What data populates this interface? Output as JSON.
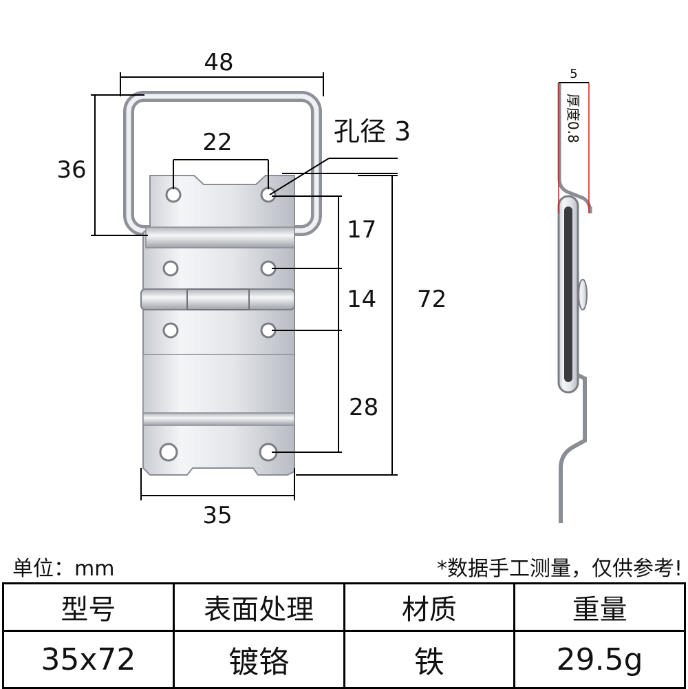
{
  "dimensions": {
    "ring_width": "48",
    "ring_height": "36",
    "hole_spacing": "22",
    "hole_diameter": "孔径 3",
    "segment_1": "17",
    "segment_2": "14",
    "segment_3": "28",
    "total_length": "72",
    "plate_width": "35",
    "side_depth": "5",
    "thickness": "厚度0.8"
  },
  "footer": {
    "unit_label": "单位：mm",
    "note": "*数据手工测量，仅供参考!"
  },
  "spec_table": {
    "headers": [
      "型号",
      "表面处理",
      "材质",
      "重量"
    ],
    "values": [
      "35x72",
      "镀铬",
      "铁",
      "29.5g"
    ]
  }
}
